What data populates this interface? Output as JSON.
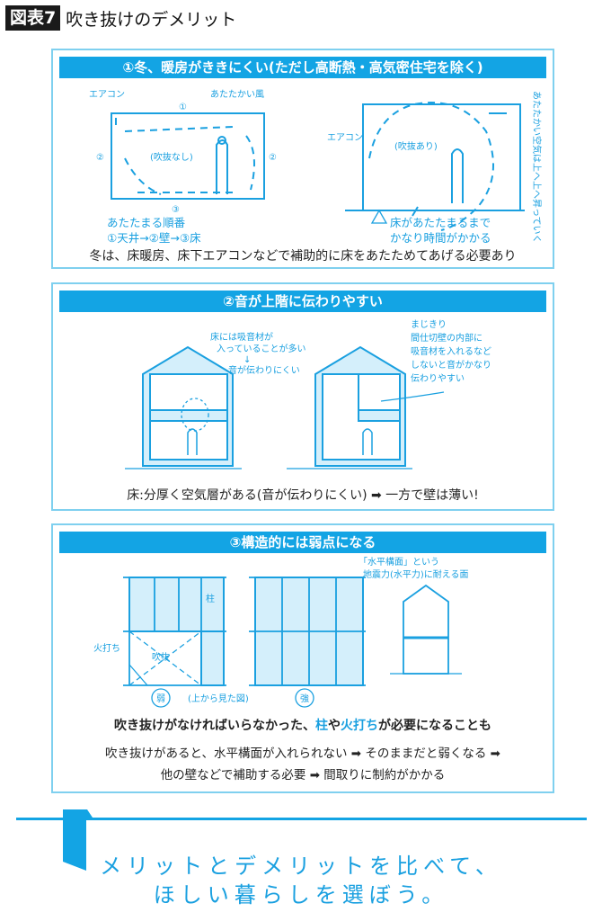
{
  "header": {
    "badge": "図表7",
    "title": "吹き抜けのデメリット"
  },
  "section1": {
    "title": "①冬、暖房がききにくい(ただし高断熱・高気密住宅を除く)",
    "left_notes": {
      "aircon": "エアコン",
      "warm_wind": "あたたかい風",
      "room": "(吹抜なし)",
      "n1": "①",
      "n2": "②",
      "n2b": "②",
      "n3": "③"
    },
    "left_caption": [
      "あたたまる順番",
      "①天井→②壁→③床"
    ],
    "right_notes": {
      "aircon": "エアコン",
      "room": "(吹抜あり)",
      "warm_air": "あたたかい空気は上へ上へ昇っていく"
    },
    "right_caption": [
      "床があたたまるまで",
      "かなり時間がかかる"
    ],
    "warning_icon": "warning-triangle-icon",
    "summary": "冬は、床暖房、床下エアコンなどで補助的に床をあたためてあげる必要あり"
  },
  "section2": {
    "title": "②音が上階に伝わりやすい",
    "left_note": [
      "床には吸音材が",
      "入っていることが多い",
      "↓",
      "音が伝わりにくい"
    ],
    "right_note": [
      "まじきり",
      "間仕切壁の内部に",
      "吸音材を入れるなど",
      "しないと音がかなり",
      "伝わりやすい"
    ],
    "summary": "床:分厚く空気層がある(音が伝わりにくい) ➡ 一方で壁は薄い!"
  },
  "section3": {
    "title": "③構造的には弱点になる",
    "notes": {
      "pillar": "柱",
      "hiuchi": "火打ち",
      "fukinuke": "吹抜",
      "weak": "弱",
      "view": "(上から見た図)",
      "strong": "強",
      "plane": [
        "「水平構面」という",
        "地震力(水平力)に耐える面"
      ]
    },
    "bold_prefix": "吹き抜けがなければいらなかった、",
    "bold_pillar": "柱",
    "bold_ya": "や",
    "bold_hiuchi": "火打ち",
    "bold_suffix": "が必要になることも",
    "lines": [
      "吹き抜けがあると、水平構面が入れられない ➡ そのままだと弱くなる ➡",
      "他の壁などで補助する必要 ➡ 間取りに制約がかかる"
    ]
  },
  "footer": {
    "lines": [
      "メリットとデメリットを比べて、",
      "ほしい暮らしを選ぼう。"
    ]
  },
  "colors": {
    "accent": "#13a4e4",
    "panel_border": "#7fd0ef",
    "fill": "#d4effb",
    "badge": "#1a1a1a"
  }
}
